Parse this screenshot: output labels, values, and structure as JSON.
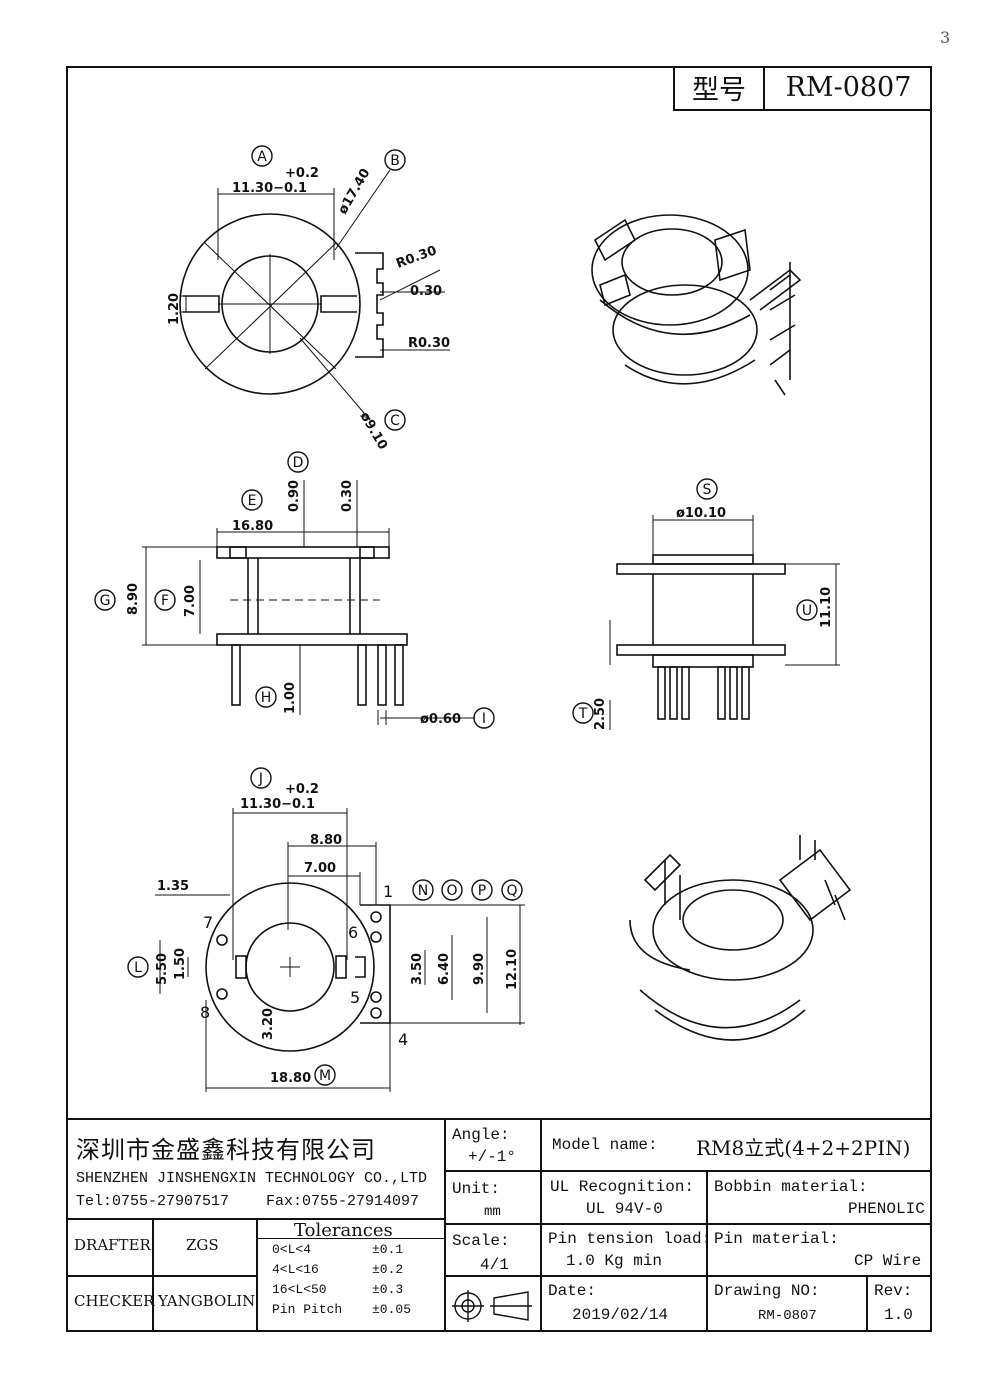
{
  "corner_mark": "3",
  "title": {
    "label": "型号",
    "model": "RM-0807"
  },
  "dims": {
    "A": "A",
    "B": "B",
    "C": "C",
    "D": "D",
    "E": "E",
    "F": "F",
    "G": "G",
    "H": "H",
    "I": "I",
    "J": "J",
    "L": "L",
    "M": "M",
    "N": "N",
    "O": "O",
    "P": "P",
    "Q": "Q",
    "S": "S",
    "T": "T",
    "U": "U",
    "tol_plus": "+0.2",
    "top_width": "11.30−0.1",
    "d17": "ø17.40",
    "r030a": "R0.30",
    "w030": "0.30",
    "r030b": "R0.30",
    "h120": "1.20",
    "d910": "ø9.10",
    "e1680": "16.80",
    "d090": "0.90",
    "d030": "0.30",
    "g890": "8.90",
    "f700": "7.00",
    "h100": "1.00",
    "i060": "ø0.60",
    "s1010": "ø10.10",
    "u1110": "11.10",
    "t250": "2.50",
    "j_plus": "+0.2",
    "j_width": "11.30−0.1",
    "d880": "8.80",
    "d700b": "7.00",
    "d135": "1.35",
    "l550": "5.50",
    "l150": "1.50",
    "d320": "3.20",
    "m1860": "18.80",
    "n350": "3.50",
    "o640": "6.40",
    "p990": "9.90",
    "q1210": "12.10",
    "pin1": "1",
    "pin4": "4",
    "pin5": "5",
    "pin6": "6",
    "pin7": "7",
    "pin8": "8"
  },
  "company": {
    "cn": "深圳市金盛鑫科技有限公司",
    "en": "SHENZHEN JINSHENGXIN TECHNOLOGY CO.,LTD",
    "tel": "Tel:0755-27907517",
    "fax": "Fax:0755-27914097"
  },
  "drafter": {
    "label": "DRAFTER",
    "name": "ZGS"
  },
  "checker": {
    "label": "CHECKER",
    "name": "YANGBOLIN"
  },
  "tolerances": {
    "title": "Tolerances",
    "rows": [
      {
        "range": "0<L<4",
        "value": "±0.1"
      },
      {
        "range": "4<L<16",
        "value": "±0.2"
      },
      {
        "range": "16<L<50",
        "value": "±0.3"
      },
      {
        "range": "Pin Pitch",
        "value": "±0.05"
      }
    ]
  },
  "angle": {
    "label": "Angle:",
    "value": "+/-1°"
  },
  "unit": {
    "label": "Unit:",
    "value": "mm"
  },
  "scale": {
    "label": "Scale:",
    "value": "4/1"
  },
  "model_name": {
    "label": "Model name:",
    "value": "RM8立式(4+2+2PIN)"
  },
  "ul": {
    "label": "UL Recognition:",
    "value": "UL 94V-0"
  },
  "bobbin": {
    "label": "Bobbin material:",
    "value": "PHENOLIC"
  },
  "pin_tension": {
    "label": "Pin tension load:",
    "value": "1.0 Kg min"
  },
  "pin_material": {
    "label": "Pin material:",
    "value": "CP Wire"
  },
  "date": {
    "label": "Date:",
    "value": "2019/02/14"
  },
  "drawing_no": {
    "label": "Drawing NO:",
    "value": "RM-0807"
  },
  "rev": {
    "label": "Rev:",
    "value": "1.0"
  }
}
